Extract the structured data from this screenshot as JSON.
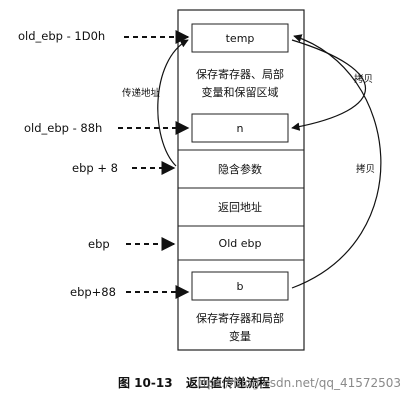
{
  "left_labels": [
    "old_ebp - 1D0h",
    "old_ebp - 88h",
    "ebp + 8",
    "ebp",
    "ebp+88"
  ],
  "stack": {
    "temp": "temp",
    "save_area_line1": "保存寄存器、局部",
    "save_area_line2": "变量和保留区域",
    "n": "n",
    "hidden_param": "隐含参数",
    "return_addr": "返回地址",
    "old_ebp": "Old ebp",
    "b": "b",
    "bottom_line1": "保存寄存器和局部",
    "bottom_line2": "变量"
  },
  "annotations": {
    "pass_addr": "传递地址",
    "copy_top": "拷贝",
    "copy_bottom": "拷贝"
  },
  "caption": {
    "figure": "图 10-13",
    "title": "返回值传递流程",
    "watermark": "ttps://blog.csdn.net/qq_41572503"
  }
}
